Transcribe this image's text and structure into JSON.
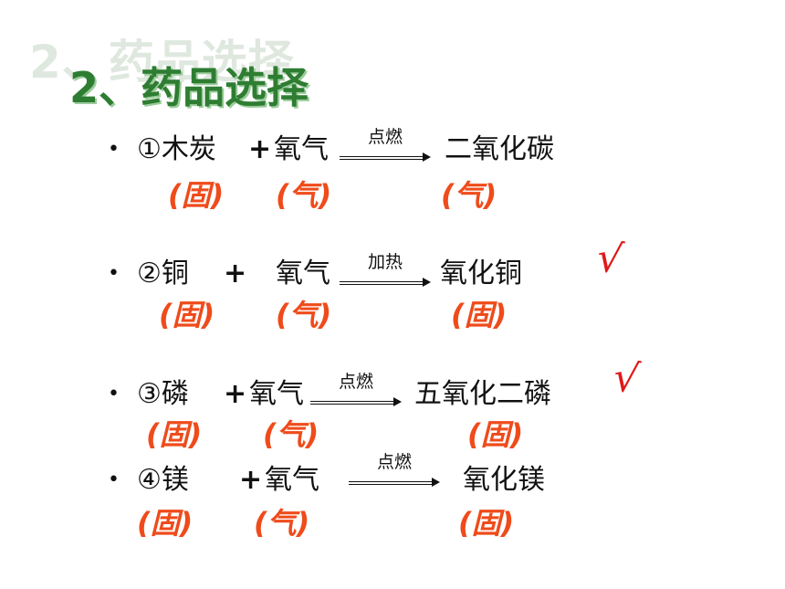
{
  "title": "2、药品选择",
  "title_shadow": "2、药品选择",
  "reactions": [
    {
      "bullet": "•",
      "reactant1": "①木炭",
      "plus": "+",
      "reactant2": "氧气",
      "condition": "点燃",
      "product": "二氧化碳",
      "states": [
        "(固)",
        "(气)",
        "(气)"
      ],
      "check": ""
    },
    {
      "bullet": "•",
      "reactant1": "②铜",
      "plus": "+",
      "reactant2": "氧气",
      "condition": "加热",
      "product": "氧化铜",
      "states": [
        "(固)",
        "(气)",
        "(固)"
      ],
      "check": "√"
    },
    {
      "bullet": "•",
      "reactant1": "③磷",
      "plus": "+",
      "reactant2": "氧气",
      "condition": "点燃",
      "product": "五氧化二磷",
      "states": [
        "(固)",
        "(气)",
        "(固)"
      ],
      "check": "√"
    },
    {
      "bullet": "•",
      "reactant1": "④镁",
      "plus": "+",
      "reactant2": "氧气",
      "condition": "点燃",
      "product": "氧化镁",
      "states": [
        "(固)",
        "(气)",
        "(固)"
      ],
      "check": ""
    }
  ],
  "colors": {
    "title": "#2e7d32",
    "state": "#ef4b1b",
    "check": "#e01818"
  }
}
